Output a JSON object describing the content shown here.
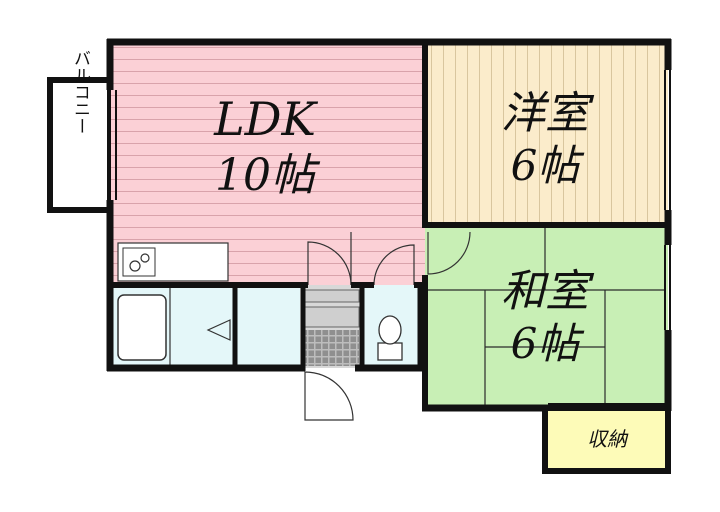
{
  "rooms": {
    "ldk": {
      "name": "LDK",
      "size": "10帖",
      "color": "#fbd0d6"
    },
    "western": {
      "name": "洋室",
      "size": "6帖",
      "color": "#fbeccb"
    },
    "japanese": {
      "name": "和室",
      "size": "6帖",
      "color": "#c8efb5"
    },
    "storage": {
      "name": "収納",
      "color": "#fdfbb8"
    },
    "balcony": {
      "name": "バルコニー"
    }
  },
  "colors": {
    "wall": "#111111",
    "bath": "#e4f7f9",
    "entrance": "#d8d8d8"
  }
}
